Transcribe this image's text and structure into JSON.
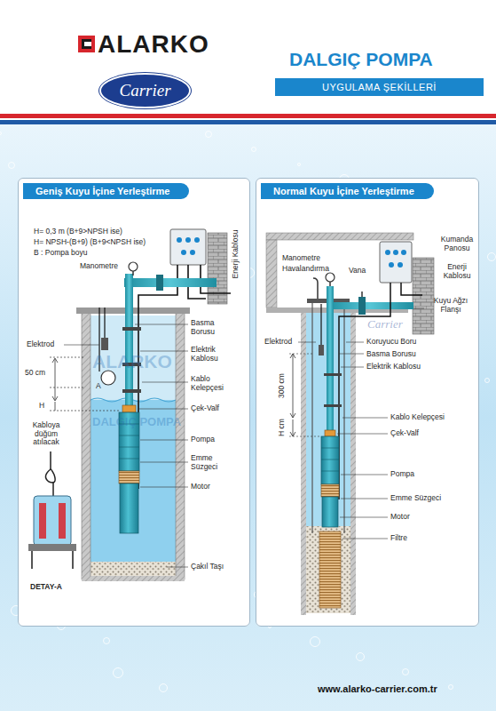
{
  "diagram": {
    "title": "DALGIÇ POMPA",
    "nodes": [
      {
        "text": [
          "Carrier"
        ]
      },
      {
        "text": [
          "UYGULAMA ŞEKİLLERİ"
        ]
      },
      {
        "text": [
          "Geniş Kuyu İçine Yerleştirme"
        ]
      },
      {
        "text": [
          "Normal Kuyu İçine Yerleştirme"
        ]
      }
    ],
    "labels": [
      "ALARKO",
      "H= 0,3 m (B+9>NPSH ise)",
      "H= NPSH-(B+9) (B+9<NPSH ise)",
      "B : Pompa boyu",
      "Manometre",
      "Enerji Kablosu",
      "Basma Borusu",
      "Elektrik Kablosu",
      "Elektrod",
      "50 cm",
      "A",
      "H",
      "ALARKO",
      "DALGIÇ POMPA",
      "Kablo Kelepçesi",
      "Çek-Valf",
      "Pompa",
      "Emme Süzgeci",
      "Motor",
      "Kabloya düğüm atılacak",
      "DETAY-A",
      "Çakıl Taşı",
      "Kumanda Panosu",
      "Manometre",
      "Havalandırma",
      "Vana",
      "Enerji Kablosu",
      "Kuyu Ağzı Flanşı",
      "Elektrod",
      "Carrier",
      "Koruyucu Boru",
      "Basma Borusu",
      "Elektrik Kablosu",
      "300 cm",
      "H cm",
      "Kablo Kelepçesi",
      "Çek-Valf",
      "Pompa",
      "Emme Süzgeci",
      "Motor",
      "Filtre",
      "www.alarko-carrier.com.tr"
    ]
  }
}
